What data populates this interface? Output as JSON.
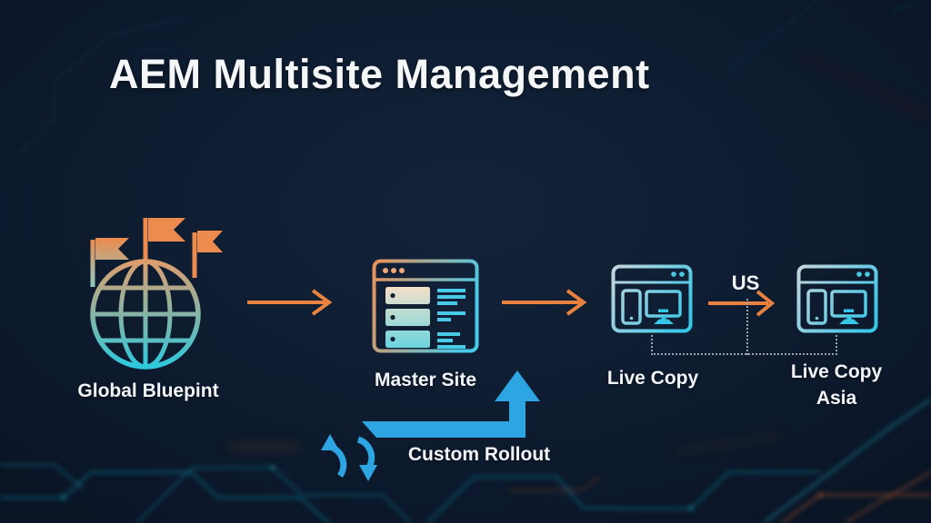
{
  "slide": {
    "title": "AEM Multisite Management"
  },
  "nodes": {
    "global_blueprint": {
      "label": "Global Bluepint",
      "icon": "globe-with-flags-icon"
    },
    "master_site": {
      "label": "Master Site",
      "icon": "browser-window-list-icon"
    },
    "live_copy_us": {
      "label": "Live Copy",
      "icon": "browser-window-devices-icon"
    },
    "live_copy_asia": {
      "label": "Live Copy",
      "sublabel": "Asia",
      "icon": "browser-window-devices-icon"
    }
  },
  "connectors": {
    "us_arrow_label": "US",
    "custom_rollout_label": "Custom Rollout",
    "flow": [
      "global_blueprint -> master_site",
      "master_site -> live_copy_us",
      "live_copy_us -US-> live_copy_asia",
      "custom_rollout -> master_site"
    ]
  },
  "colors": {
    "background": "#0E1C30",
    "accent_orange": "#E8823E",
    "accent_blue": "#2CA5E2",
    "accent_cyan": "#3EC9D8",
    "text": "#F4F6F8",
    "dotted_line": "#9AA4B2"
  }
}
